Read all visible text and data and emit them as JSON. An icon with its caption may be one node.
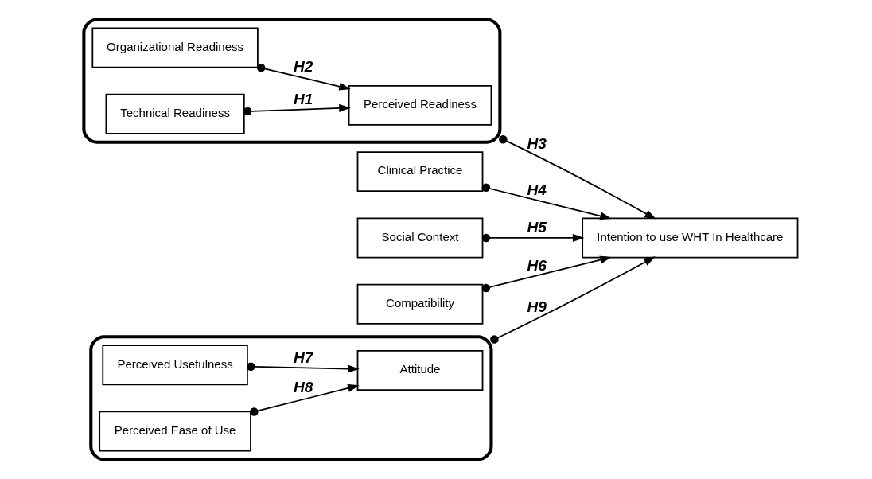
{
  "diagram": {
    "nodes": [
      {
        "text": [],
        "shape": "box"
      },
      {
        "text": [
          "Organizational Readiness"
        ],
        "in": 0
      },
      {
        "text": [
          "Technical Readiness"
        ],
        "in": 0
      },
      {
        "text": [
          "Perceived Readiness"
        ],
        "in": 0
      },
      {
        "text": [
          "Clinical Practice"
        ]
      },
      {
        "text": [
          "Social Context"
        ]
      },
      {
        "text": [
          "Compatibility"
        ]
      },
      {
        "text": [],
        "shape": "box"
      },
      {
        "text": [
          "Perceived Usefulness"
        ],
        "in": 7
      },
      {
        "text": [
          "Perceived Ease of Use"
        ],
        "in": 7
      },
      {
        "text": [
          "Attitude"
        ],
        "in": 7
      },
      {
        "text": [
          "Intention to use WHT In Healthcare"
        ]
      }
    ],
    "edges": [
      {
        "from": 1,
        "to": 3,
        "arrow": "to",
        "label": "H2"
      },
      {
        "from": 2,
        "to": 3,
        "arrow": "to",
        "label": "H1"
      },
      {
        "from": 0,
        "to": 11,
        "arrow": "to",
        "label": "H3"
      },
      {
        "from": 4,
        "to": 11,
        "arrow": "to",
        "label": "H4"
      },
      {
        "from": 5,
        "to": 11,
        "arrow": "to",
        "label": "H5"
      },
      {
        "from": 6,
        "to": 11,
        "arrow": "to",
        "label": "H6"
      },
      {
        "from": 8,
        "to": 10,
        "arrow": "to",
        "label": "H7"
      },
      {
        "from": 9,
        "to": 10,
        "arrow": "to",
        "label": "H8"
      },
      {
        "from": 7,
        "to": 11,
        "arrow": "to",
        "label": "H9"
      }
    ]
  }
}
